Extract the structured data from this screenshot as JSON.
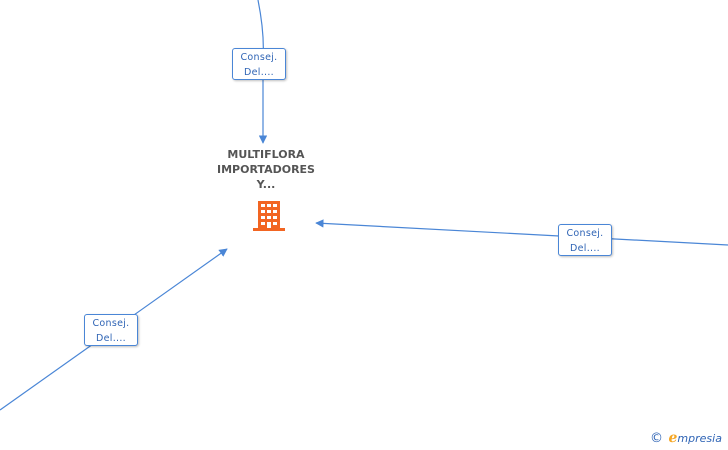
{
  "center_node": {
    "title_lines": [
      "MULTIFLORA",
      "IMPORTADORES",
      "Y..."
    ],
    "icon": "building-icon",
    "icon_color": "#f26522"
  },
  "edges": [
    {
      "id": "top",
      "label_line1": "Consej.",
      "label_line2": "Del...."
    },
    {
      "id": "right",
      "label_line1": "Consej.",
      "label_line2": "Del...."
    },
    {
      "id": "bottom-left",
      "label_line1": "Consej.",
      "label_line2": "Del...."
    }
  ],
  "colors": {
    "edge": "#4a86d6",
    "label_text": "#2f64b5",
    "node_text": "#555555"
  },
  "watermark": {
    "copyright_symbol": "©",
    "brand_first": "ℯ",
    "brand_rest": "mpresia"
  }
}
